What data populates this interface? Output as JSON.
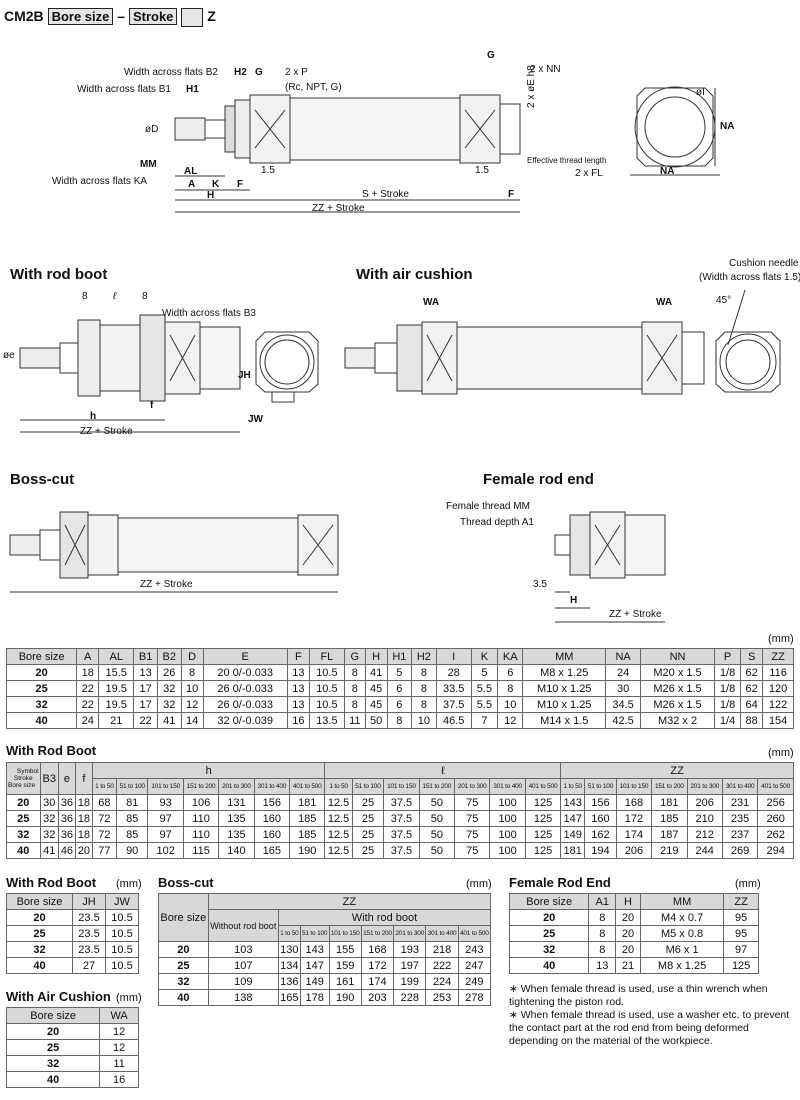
{
  "header": {
    "prefix": "CM2B",
    "bore_box": "Bore size",
    "dash": "–",
    "stroke_box": "Stroke",
    "suffix": "Z"
  },
  "main_labels": {
    "wa_b2": "Width across flats B2",
    "wa_b1": "Width across flats B1",
    "h2": "H2",
    "g": "G",
    "p": "2 x P",
    "p_sub": "(Rc, NPT, G)",
    "g2": "G",
    "nn": "2 x NN",
    "h1": "H1",
    "phi_d": "øD",
    "mm": "MM",
    "wa_ka": "Width across flats KA",
    "al": "AL",
    "a": "A",
    "k": "K",
    "f": "F",
    "h": "H",
    "d15a": "1.5",
    "d15b": "1.5",
    "s": "S + Stroke",
    "f2": "F",
    "zz": "ZZ + Stroke",
    "e": "2 x øE h8",
    "eff": "Effective thread length",
    "fl": "2 x FL",
    "na1": "NA",
    "na2": "NA",
    "i": "øI"
  },
  "sections": {
    "rod_boot": "With rod boot",
    "air_cushion": "With air cushion",
    "boss_cut": "Boss-cut",
    "female": "Female rod end"
  },
  "boot_labels": {
    "d8a": "8",
    "l": "ℓ",
    "d8b": "8",
    "wa_b3": "Width across flats B3",
    "phi_e": "øe",
    "f": "f",
    "h": "h",
    "zz": "ZZ + Stroke",
    "jh": "JH",
    "jw": "JW"
  },
  "cushion_labels": {
    "needle": "Cushion needle",
    "needle_sub": "(Width across flats 1.5)",
    "wa1": "WA",
    "wa2": "WA",
    "angle": "45°"
  },
  "boss_labels": {
    "zz": "ZZ + Stroke"
  },
  "female_labels": {
    "thread": "Female thread MM",
    "depth": "Thread depth A1",
    "d35": "3.5",
    "h": "H",
    "zz": "ZZ + Stroke"
  },
  "unit": "(mm)",
  "main_table": {
    "headers": [
      "Bore size",
      "A",
      "AL",
      "B1",
      "B2",
      "D",
      "E",
      "F",
      "FL",
      "G",
      "H",
      "H1",
      "H2",
      "I",
      "K",
      "KA",
      "MM",
      "NA",
      "NN",
      "P",
      "S",
      "ZZ"
    ],
    "rows": [
      [
        "20",
        "18",
        "15.5",
        "13",
        "26",
        "8",
        "20 0/-0.033",
        "13",
        "10.5",
        "8",
        "41",
        "5",
        "8",
        "28",
        "5",
        "6",
        "M8 x 1.25",
        "24",
        "M20 x 1.5",
        "1/8",
        "62",
        "116"
      ],
      [
        "25",
        "22",
        "19.5",
        "17",
        "32",
        "10",
        "26 0/-0.033",
        "13",
        "10.5",
        "8",
        "45",
        "6",
        "8",
        "33.5",
        "5.5",
        "8",
        "M10 x 1.25",
        "30",
        "M26 x 1.5",
        "1/8",
        "62",
        "120"
      ],
      [
        "32",
        "22",
        "19.5",
        "17",
        "32",
        "12",
        "26 0/-0.033",
        "13",
        "10.5",
        "8",
        "45",
        "6",
        "8",
        "37.5",
        "5.5",
        "10",
        "M10 x 1.25",
        "34.5",
        "M26 x 1.5",
        "1/8",
        "64",
        "122"
      ],
      [
        "40",
        "24",
        "21",
        "22",
        "41",
        "14",
        "32 0/-0.039",
        "16",
        "13.5",
        "11",
        "50",
        "8",
        "10",
        "46.5",
        "7",
        "12",
        "M14 x 1.5",
        "42.5",
        "M32 x 2",
        "1/4",
        "88",
        "154"
      ]
    ]
  },
  "boot_table": {
    "title": "With Rod Boot",
    "symbol": "Symbol",
    "stroke": "Stroke",
    "bore": "Bore size",
    "cols": [
      "B3",
      "e",
      "f"
    ],
    "groups": [
      "h",
      "ℓ",
      "ZZ"
    ],
    "ranges": [
      "1 to 50",
      "51 to 100",
      "101 to 150",
      "151 to 200",
      "201 to 300",
      "301 to 400",
      "401 to 500"
    ],
    "rows": [
      [
        "20",
        "30",
        "36",
        "18",
        "68",
        "81",
        "93",
        "106",
        "131",
        "156",
        "181",
        "12.5",
        "25",
        "37.5",
        "50",
        "75",
        "100",
        "125",
        "143",
        "156",
        "168",
        "181",
        "206",
        "231",
        "256"
      ],
      [
        "25",
        "32",
        "36",
        "18",
        "72",
        "85",
        "97",
        "110",
        "135",
        "160",
        "185",
        "12.5",
        "25",
        "37.5",
        "50",
        "75",
        "100",
        "125",
        "147",
        "160",
        "172",
        "185",
        "210",
        "235",
        "260"
      ],
      [
        "32",
        "32",
        "36",
        "18",
        "72",
        "85",
        "97",
        "110",
        "135",
        "160",
        "185",
        "12.5",
        "25",
        "37.5",
        "50",
        "75",
        "100",
        "125",
        "149",
        "162",
        "174",
        "187",
        "212",
        "237",
        "262"
      ],
      [
        "40",
        "41",
        "46",
        "20",
        "77",
        "90",
        "102",
        "115",
        "140",
        "165",
        "190",
        "12.5",
        "25",
        "37.5",
        "50",
        "75",
        "100",
        "125",
        "181",
        "194",
        "206",
        "219",
        "244",
        "269",
        "294"
      ]
    ]
  },
  "boot2_table": {
    "title": "With Rod Boot",
    "unit": "(mm)",
    "headers": [
      "Bore size",
      "JH",
      "JW"
    ],
    "rows": [
      [
        "20",
        "23.5",
        "10.5"
      ],
      [
        "25",
        "23.5",
        "10.5"
      ],
      [
        "32",
        "23.5",
        "10.5"
      ],
      [
        "40",
        "27",
        "10.5"
      ]
    ]
  },
  "cushion_table": {
    "title": "With Air Cushion",
    "unit": "(mm)",
    "headers": [
      "Bore size",
      "WA"
    ],
    "rows": [
      [
        "20",
        "12"
      ],
      [
        "25",
        "12"
      ],
      [
        "32",
        "11"
      ],
      [
        "40",
        "16"
      ]
    ]
  },
  "boss_table": {
    "title": "Boss-cut",
    "unit": "(mm)",
    "bore": "Bore size",
    "zz": "ZZ",
    "without": "Without rod boot",
    "with": "With rod boot",
    "ranges": [
      "1 to 50",
      "51 to 100",
      "101 to 150",
      "151 to 200",
      "201 to 300",
      "301 to 400",
      "401 to 500"
    ],
    "rows": [
      [
        "20",
        "103",
        "130",
        "143",
        "155",
        "168",
        "193",
        "218",
        "243"
      ],
      [
        "25",
        "107",
        "134",
        "147",
        "159",
        "172",
        "197",
        "222",
        "247"
      ],
      [
        "32",
        "109",
        "136",
        "149",
        "161",
        "174",
        "199",
        "224",
        "249"
      ],
      [
        "40",
        "138",
        "165",
        "178",
        "190",
        "203",
        "228",
        "253",
        "278"
      ]
    ]
  },
  "female_table": {
    "title": "Female Rod End",
    "unit": "(mm)",
    "headers": [
      "Bore size",
      "A1",
      "H",
      "MM",
      "ZZ"
    ],
    "rows": [
      [
        "20",
        "8",
        "20",
        "M4 x 0.7",
        "95"
      ],
      [
        "25",
        "8",
        "20",
        "M5 x 0.8",
        "95"
      ],
      [
        "32",
        "8",
        "20",
        "M6 x 1",
        "97"
      ],
      [
        "40",
        "13",
        "21",
        "M8 x 1.25",
        "125"
      ]
    ]
  },
  "notes": [
    "∗ When female thread is used, use a thin wrench when tightening the piston rod.",
    "∗ When female thread is used, use a washer etc. to prevent the contact part at the rod end from being deformed depending on the material of the workpiece."
  ]
}
